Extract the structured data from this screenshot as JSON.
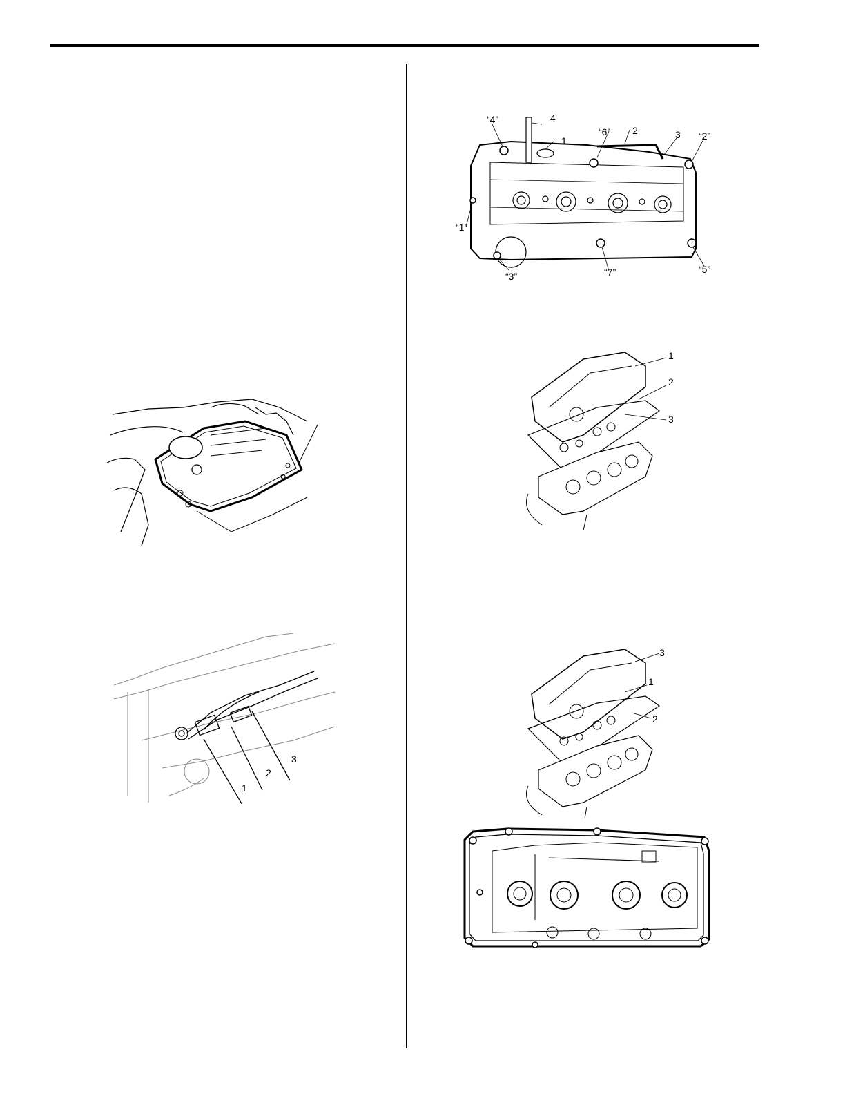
{
  "figures": {
    "cover_removed": {
      "leader_labels": []
    },
    "coil_harness": {
      "callouts": [
        "1",
        "2",
        "3"
      ]
    },
    "bolt_sequence": {
      "callouts": [
        "1",
        "2",
        "3",
        "4"
      ],
      "bolt_order": [
        "“1”",
        "“2”",
        "“3”",
        "“4”",
        "“5”",
        "“6”",
        "“7”"
      ]
    },
    "gasket_removal": {
      "callouts": [
        "1",
        "2",
        "3"
      ]
    },
    "gasket_install": {
      "callouts": [
        "1",
        "2",
        "3"
      ]
    },
    "cover_underside": {
      "callouts": []
    }
  }
}
